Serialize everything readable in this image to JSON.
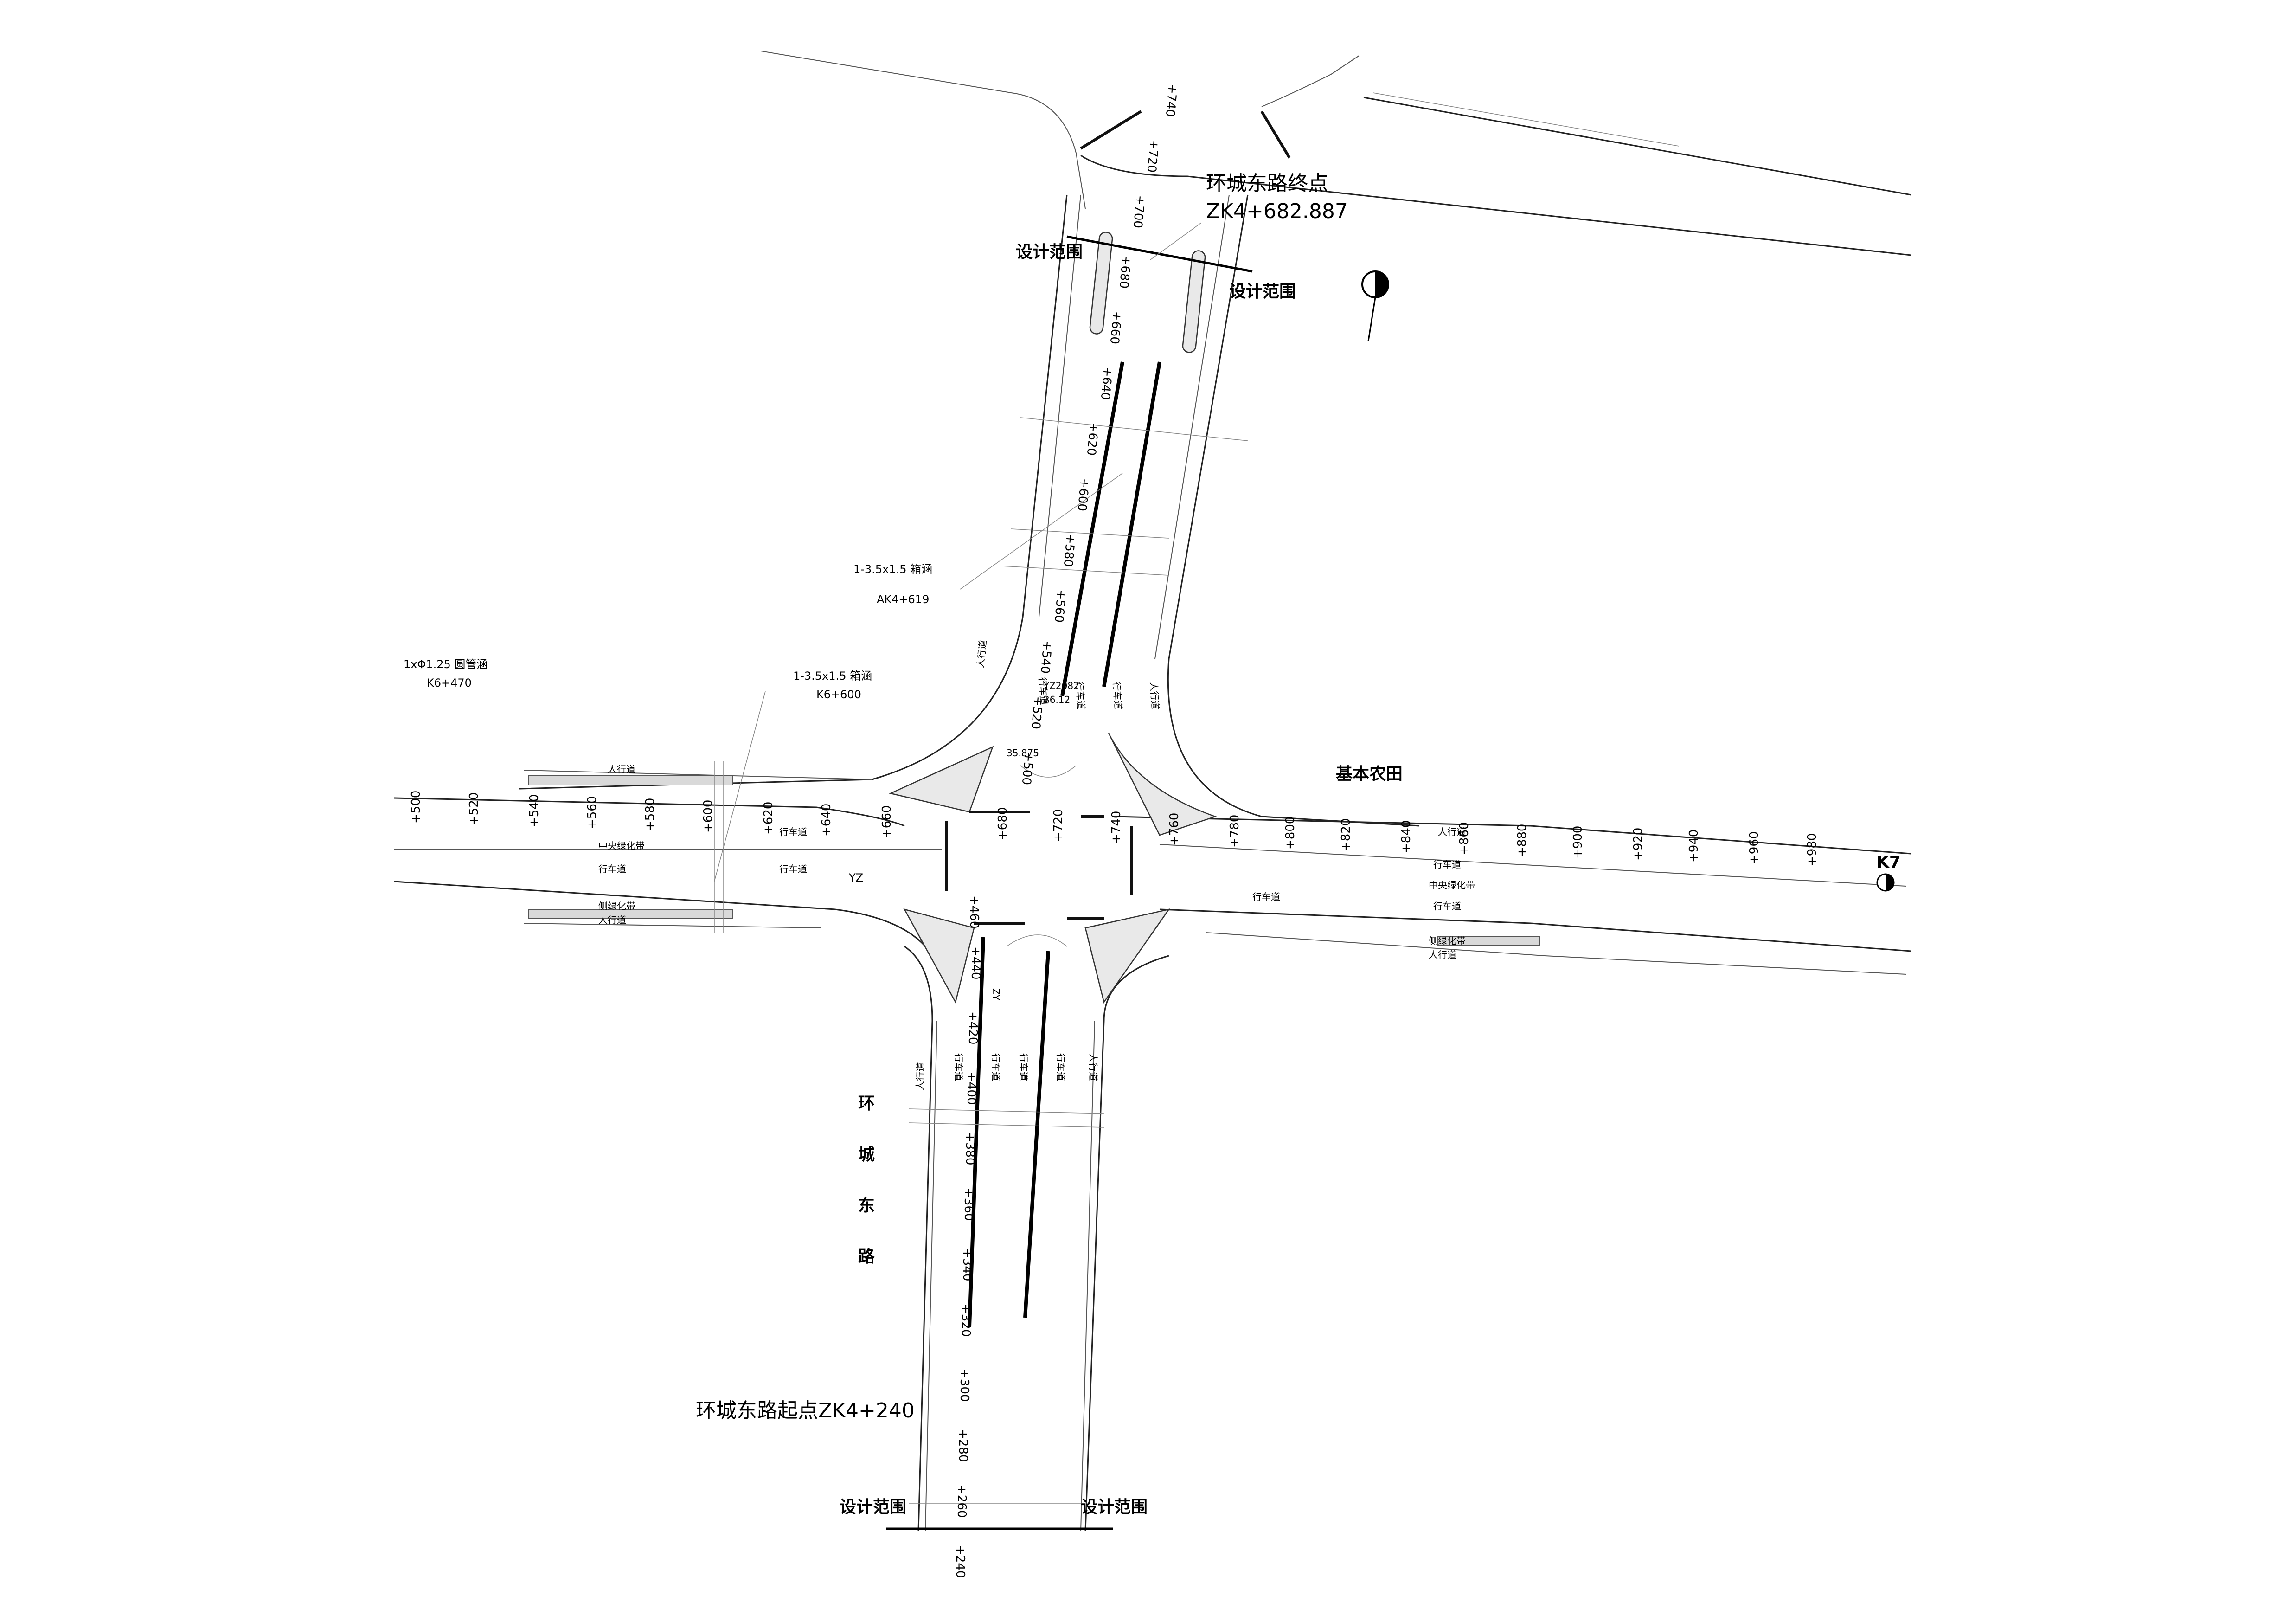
{
  "labels": {
    "road_name_chars": [
      "环",
      "城",
      "东",
      "路"
    ],
    "end_point_title": "环城东路终点",
    "end_point_station": "ZK4+682.887",
    "start_point": "环城东路起点ZK4+240",
    "design_scope": "设计范围",
    "farmland": "基本农田",
    "culvert_box_north": "1-3.5x1.5 箱涵",
    "culvert_box_north_sta": "AK4+619",
    "culvert_box_west": "1-3.5x1.5 箱涵",
    "culvert_box_west_sta": "K6+600",
    "culvert_pipe": "1xΦ1.25 圆管涵",
    "culvert_pipe_sta": "K6+470",
    "sidewalk": "人行道",
    "carriageway": "行车道",
    "side_green": "侧绿化带",
    "center_green": "中央绿化带",
    "yz": "YZ",
    "k7": "K7",
    "zy": "ZY",
    "point_tag": "YZ2082",
    "point_elev": "36.12",
    "point_elev_2": "35.875"
  },
  "stations_ew": [
    "+500",
    "+520",
    "+540",
    "+560",
    "+580",
    "+600",
    "+620",
    "+640",
    "+660",
    "+680",
    "+720",
    "+740",
    "+760",
    "+780",
    "+800",
    "+820",
    "+840",
    "+860",
    "+880",
    "+900",
    "+920",
    "+940",
    "+960",
    "+980"
  ],
  "stations_south": [
    "+440",
    "+460",
    "+420",
    "+400",
    "+380",
    "+360",
    "+340",
    "+320",
    "+300",
    "+280",
    "+260",
    "+240"
  ],
  "stations_north": [
    "+740",
    "+720",
    "+700",
    "+680",
    "+660",
    "+640",
    "+620",
    "+600",
    "+580",
    "+560",
    "+540",
    "+520",
    "+500"
  ],
  "colors": {
    "ink": "#000000",
    "hatch": "#e9e9e9",
    "paper": "#ffffff"
  }
}
